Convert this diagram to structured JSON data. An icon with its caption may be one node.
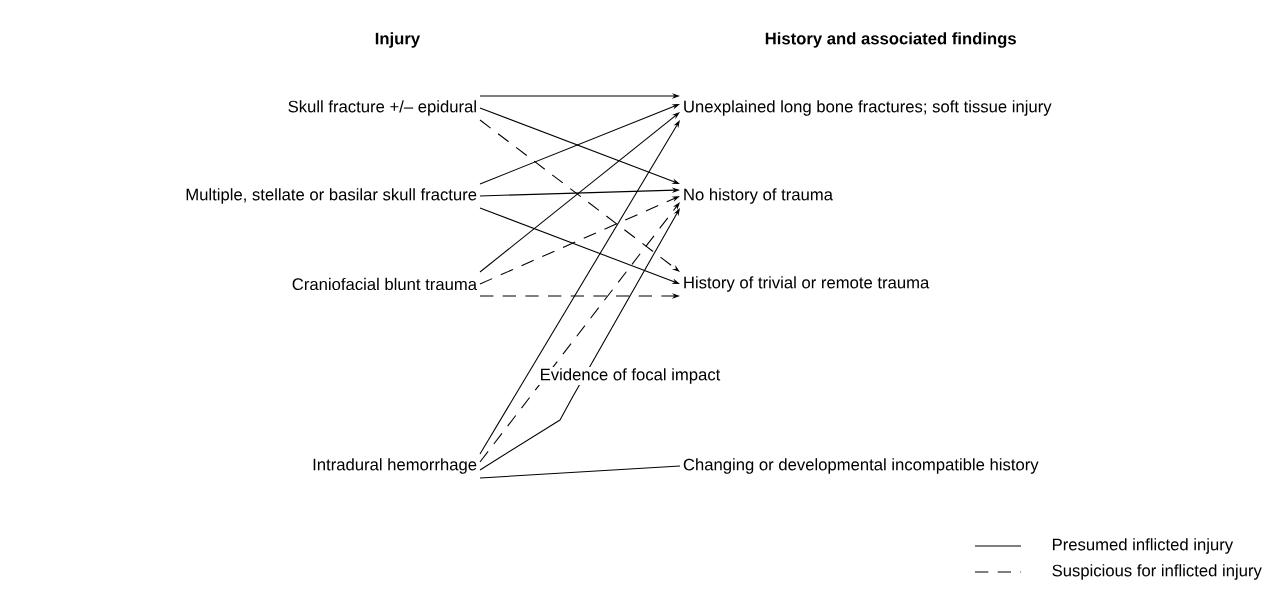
{
  "diagram": {
    "nodes": [
      {
        "text": [
          "Skull fracture +/– epidural"
        ]
      },
      {
        "text": [
          "Multiple, stellate or basilar skull fracture"
        ]
      },
      {
        "text": [
          "Craniofacial blunt trauma"
        ]
      },
      {
        "text": [
          "Intradural hemorrhage"
        ]
      },
      {
        "text": [
          "Unexplained long bone fractures; soft tissue injury"
        ]
      },
      {
        "text": [
          "No history of trauma"
        ]
      },
      {
        "text": [
          "History of trivial or remote trauma"
        ]
      },
      {
        "text": [
          "Changing or developmental incompatible history"
        ]
      }
    ],
    "edges": [
      {
        "from": 0,
        "to": 4,
        "arrow": "to"
      },
      {
        "from": 0,
        "to": 5,
        "arrow": "to"
      },
      {
        "from": 0,
        "to": 6,
        "arrow": "to",
        "style": "dashed"
      },
      {
        "from": 1,
        "to": 4,
        "arrow": "to"
      },
      {
        "from": 1,
        "to": 5,
        "arrow": "to"
      },
      {
        "from": 1,
        "to": 6,
        "arrow": "to"
      },
      {
        "from": 2,
        "to": 4,
        "arrow": "to"
      },
      {
        "from": 2,
        "to": 5,
        "arrow": "to",
        "style": "dashed"
      },
      {
        "from": 2,
        "to": 6,
        "arrow": "to",
        "style": "dashed"
      },
      {
        "from": 3,
        "to": 4,
        "arrow": "to"
      },
      {
        "from": 3,
        "to": 5,
        "arrow": "to",
        "style": "dashed"
      },
      {
        "from": 3,
        "to": 5,
        "arrow": "to"
      },
      {
        "from": 3,
        "to": 7,
        "arrow": "none"
      }
    ],
    "labels": [
      "Injury",
      "History and associated findings",
      "Evidence of focal impact"
    ],
    "legend": [
      {
        "text": "Presumed inflicted injury"
      },
      {
        "text": "Suspicious for inflicted injury"
      }
    ]
  }
}
